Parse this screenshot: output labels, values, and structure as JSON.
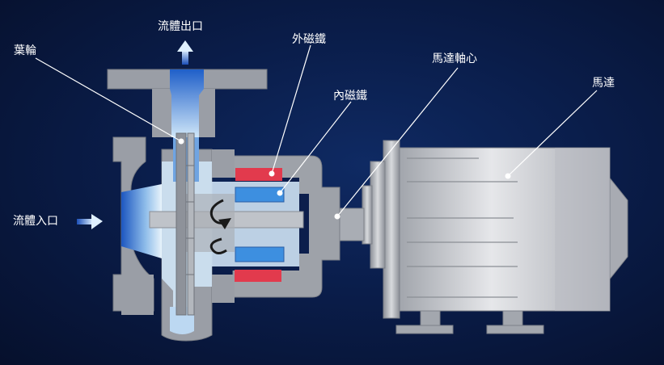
{
  "labels": {
    "fluid_outlet": "流體出口",
    "fluid_inlet": "流體入口",
    "impeller": "葉輪",
    "outer_magnet": "外磁鐵",
    "inner_magnet": "內磁鐵",
    "motor_shaft": "馬達軸心",
    "motor": "馬達"
  },
  "colors": {
    "background": "#0a1d4a",
    "housing": "#9a9ea6",
    "fluid": "#2f6fd1",
    "outer_magnet": "#e23a4d",
    "inner_magnet": "#3d8fe0",
    "motor": "#c7c9ce"
  }
}
